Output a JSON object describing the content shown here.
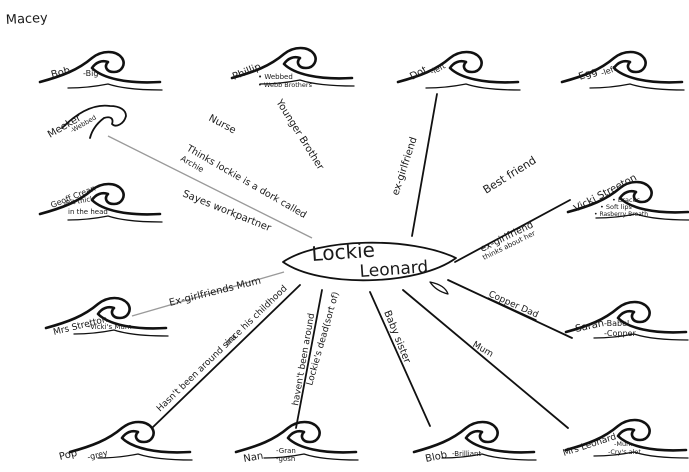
{
  "author": "Macey",
  "center": {
    "line1": "Lockie",
    "line2": "Leonard"
  },
  "waves": [
    {
      "id": "bob",
      "name": "Bob",
      "notes": [
        "-Big"
      ]
    },
    {
      "id": "phillip",
      "name": "Phillip",
      "notes": [
        "• Webbed",
        "• Webb Brothers"
      ]
    },
    {
      "id": "dot",
      "name": "Dot",
      "notes": [
        "-left"
      ]
    },
    {
      "id": "egg",
      "name": "Egg",
      "notes": [
        "-left"
      ]
    },
    {
      "id": "meeker",
      "name": "Meeker",
      "notes": [
        "-Webbed"
      ]
    },
    {
      "id": "vicki",
      "name": "Vicki Streeton",
      "notes": [
        "• Braces",
        "• Soft lips",
        "• Rasberry Breath"
      ]
    },
    {
      "id": "geoff",
      "name": "Geoff Crean",
      "notes": [
        "-Bit thick",
        "in the head"
      ]
    },
    {
      "id": "sarah",
      "name": "Sarah",
      "notes": [
        "-Babel",
        "-Copper"
      ]
    },
    {
      "id": "mrs-stretton",
      "name": "Mrs Stretton",
      "notes": [
        "-Vicki's Mum"
      ]
    },
    {
      "id": "pop",
      "name": "Pop",
      "notes": [
        "-grey"
      ]
    },
    {
      "id": "nan",
      "name": "Nan",
      "notes": [
        "-Gran",
        "-gosh"
      ]
    },
    {
      "id": "blob",
      "name": "Blob",
      "notes": [
        "-Brilliant"
      ]
    },
    {
      "id": "mrs-leonard",
      "name": "Mrs Leonard",
      "notes": [
        "-Mum",
        "-Cry's alot"
      ]
    }
  ],
  "labels": {
    "nurse": "Nurse",
    "younger_brother": "Younger Brother",
    "ex_girlfriend_dot": "ex-girlfriend",
    "best_friend": "Best friend",
    "thinks_a": "Thinks lockie is a dork called",
    "thinks_b": "Archie",
    "sayes_a": "Sayes workpartner",
    "ex_girlfriend_vicki": "ex-girlfriend",
    "thinks_about_her": "thinks about her",
    "copper_dad": "Copper Dad",
    "ex_girlfriends_mum": "Ex-girlfriends Mum",
    "hasnt_been_a": "Hasn't been around since his childhood",
    "hasnt_been_b": "ma",
    "lockie_dead_a": "Lockie's dead(sort of)",
    "lockie_dead_b": "haven't been around",
    "baby_sister": "Baby sister",
    "mum": "Mum"
  }
}
